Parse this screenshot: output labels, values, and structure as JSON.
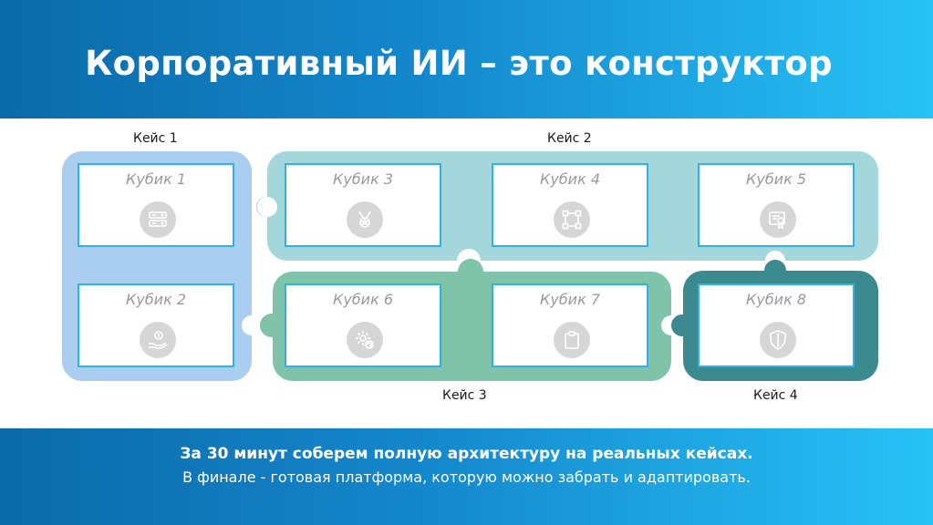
{
  "header": {
    "title": "Корпоративный ИИ – это конструктор"
  },
  "cases": {
    "case1": "Кейс 1",
    "case2": "Кейс 2",
    "case3": "Кейс 3",
    "case4": "Кейс 4"
  },
  "cubes": [
    {
      "label": "Кубик 1",
      "icon": "server-icon"
    },
    {
      "label": "Кубик 2",
      "icon": "hand-coin-icon"
    },
    {
      "label": "Кубик 3",
      "icon": "award-medal-icon"
    },
    {
      "label": "Кубик 4",
      "icon": "nodes-square-icon"
    },
    {
      "label": "Кубик 5",
      "icon": "certificate-icon"
    },
    {
      "label": "Кубик 6",
      "icon": "gear-refresh-icon"
    },
    {
      "label": "Кубик 7",
      "icon": "clipboard-icon"
    },
    {
      "label": "Кубик 8",
      "icon": "shield-icon"
    }
  ],
  "footer": {
    "line1": "За 30 минут соберем полную архитектуру на реальных кейсах.",
    "line2": "В финале - готовая платформа, которую можно забрать и адаптировать."
  },
  "colors": {
    "case1": "#a9cef0",
    "case2": "#a3d7dc",
    "case3": "#7fc3a8",
    "case4": "#3a8a8f",
    "cube_border": "#2fb2e6"
  }
}
